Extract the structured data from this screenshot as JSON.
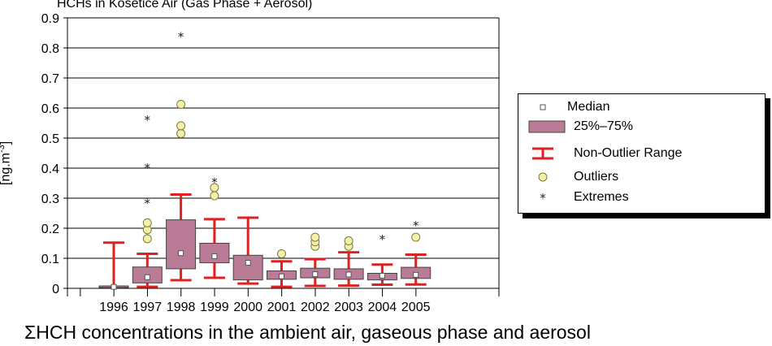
{
  "chart_data": {
    "type": "box",
    "title": "HCHs in Kosetice Air (Gas Phase + Aerosol)",
    "ylabel_main": "[ng.m",
    "ylabel_sup": "-3",
    "ylabel_close": "]",
    "ylim": [
      0,
      0.9
    ],
    "yticks": [
      "0",
      "0.1",
      "0.2",
      "0.3",
      "0.4",
      "0.5",
      "0.6",
      "0.7",
      "0.8",
      "0.9"
    ],
    "grid": true,
    "categories": [
      "1996",
      "1997",
      "1998",
      "1999",
      "2000",
      "2001",
      "2002",
      "2003",
      "2004",
      "2005"
    ],
    "boxes": [
      {
        "year": "1996",
        "median": 0.005,
        "q1": 0.005,
        "q3": 0.008,
        "whisker_low": 0.005,
        "whisker_high": 0.152,
        "outliers": [],
        "extremes": []
      },
      {
        "year": "1997",
        "median": 0.037,
        "q1": 0.018,
        "q3": 0.071,
        "whisker_low": 0.005,
        "whisker_high": 0.115,
        "outliers": [
          0.165,
          0.195,
          0.218
        ],
        "extremes": [
          0.288,
          0.405,
          0.565
        ]
      },
      {
        "year": "1998",
        "median": 0.117,
        "q1": 0.065,
        "q3": 0.228,
        "whisker_low": 0.027,
        "whisker_high": 0.312,
        "outliers": [
          0.515,
          0.541,
          0.612
        ],
        "extremes": [
          0.842
        ]
      },
      {
        "year": "1999",
        "median": 0.107,
        "q1": 0.085,
        "q3": 0.15,
        "whisker_low": 0.035,
        "whisker_high": 0.23,
        "outliers": [
          0.308,
          0.335
        ],
        "extremes": [
          0.358
        ]
      },
      {
        "year": "2000",
        "median": 0.085,
        "q1": 0.028,
        "q3": 0.11,
        "whisker_low": 0.016,
        "whisker_high": 0.235,
        "outliers": [],
        "extremes": []
      },
      {
        "year": "2001",
        "median": 0.04,
        "q1": 0.03,
        "q3": 0.058,
        "whisker_low": 0.005,
        "whisker_high": 0.09,
        "outliers": [
          0.115
        ],
        "extremes": []
      },
      {
        "year": "2002",
        "median": 0.047,
        "q1": 0.035,
        "q3": 0.067,
        "whisker_low": 0.008,
        "whisker_high": 0.097,
        "outliers": [
          0.14,
          0.155,
          0.17
        ],
        "extremes": []
      },
      {
        "year": "2003",
        "median": 0.046,
        "q1": 0.03,
        "q3": 0.065,
        "whisker_low": 0.009,
        "whisker_high": 0.12,
        "outliers": [
          0.14,
          0.158
        ],
        "extremes": []
      },
      {
        "year": "2004",
        "median": 0.042,
        "q1": 0.028,
        "q3": 0.05,
        "whisker_low": 0.012,
        "whisker_high": 0.079,
        "outliers": [],
        "extremes": [
          0.168
        ]
      },
      {
        "year": "2005",
        "median": 0.045,
        "q1": 0.033,
        "q3": 0.07,
        "whisker_low": 0.013,
        "whisker_high": 0.112,
        "outliers": [
          0.17
        ],
        "extremes": [
          0.213
        ]
      }
    ],
    "legend": {
      "position": "right",
      "items": [
        {
          "key": "median",
          "label": "Median"
        },
        {
          "key": "box",
          "label": "25%–75%"
        },
        {
          "key": "range",
          "label": "Non-Outlier Range"
        },
        {
          "key": "outlier",
          "label": "Outliers"
        },
        {
          "key": "extreme",
          "label": "Extremes"
        }
      ]
    },
    "colors": {
      "box_fill": "#b97b95",
      "whisker": "#dd2222",
      "outlier_fill": "#f5f0a8",
      "outlier_stroke": "#7a7a40",
      "median_fill": "#ffffff"
    }
  },
  "caption": "ΣHCH concentrations in the ambient air, gaseous phase and aerosol"
}
